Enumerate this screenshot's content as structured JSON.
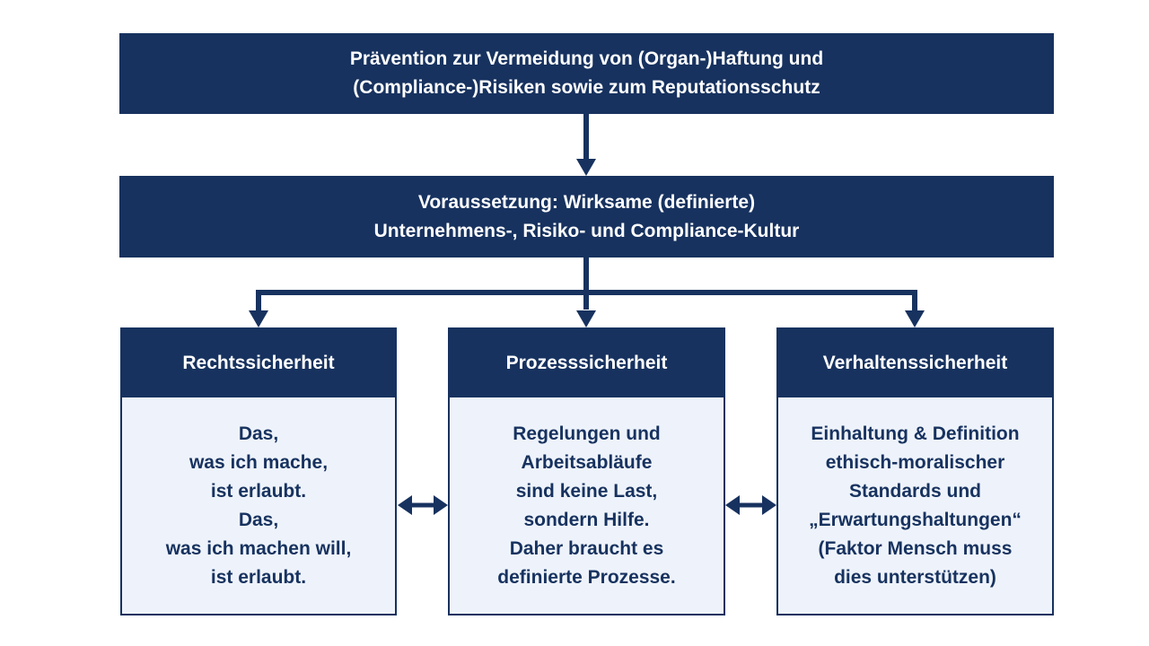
{
  "top": {
    "line1": "Prävention zur Vermeidung von (Organ-)Haftung und",
    "line2": "(Compliance-)Risiken sowie zum Reputationsschutz"
  },
  "middle": {
    "line1": "Voraussetzung: Wirksame (definierte)",
    "line2": "Unternehmens-, Risiko- und Compliance-Kultur"
  },
  "columns": [
    {
      "title": "Rechtssicherheit",
      "lines": [
        "Das,",
        "was ich mache,",
        "ist erlaubt.",
        "Das,",
        "was ich machen will,",
        "ist erlaubt."
      ]
    },
    {
      "title": "Prozesssicherheit",
      "lines": [
        "Regelungen und",
        "Arbeitsabläufe",
        "sind keine Last,",
        "sondern Hilfe.",
        "Daher braucht es",
        "definierte Prozesse."
      ]
    },
    {
      "title": "Verhaltenssicherheit",
      "lines": [
        "Einhaltung & Definition",
        "ethisch-moralischer",
        "Standards und",
        "„Erwartungshaltungen“",
        "(Faktor Mensch muss",
        "dies unterstützen)"
      ]
    }
  ],
  "colors": {
    "primary": "#17325f",
    "panel": "#eef3fb"
  }
}
